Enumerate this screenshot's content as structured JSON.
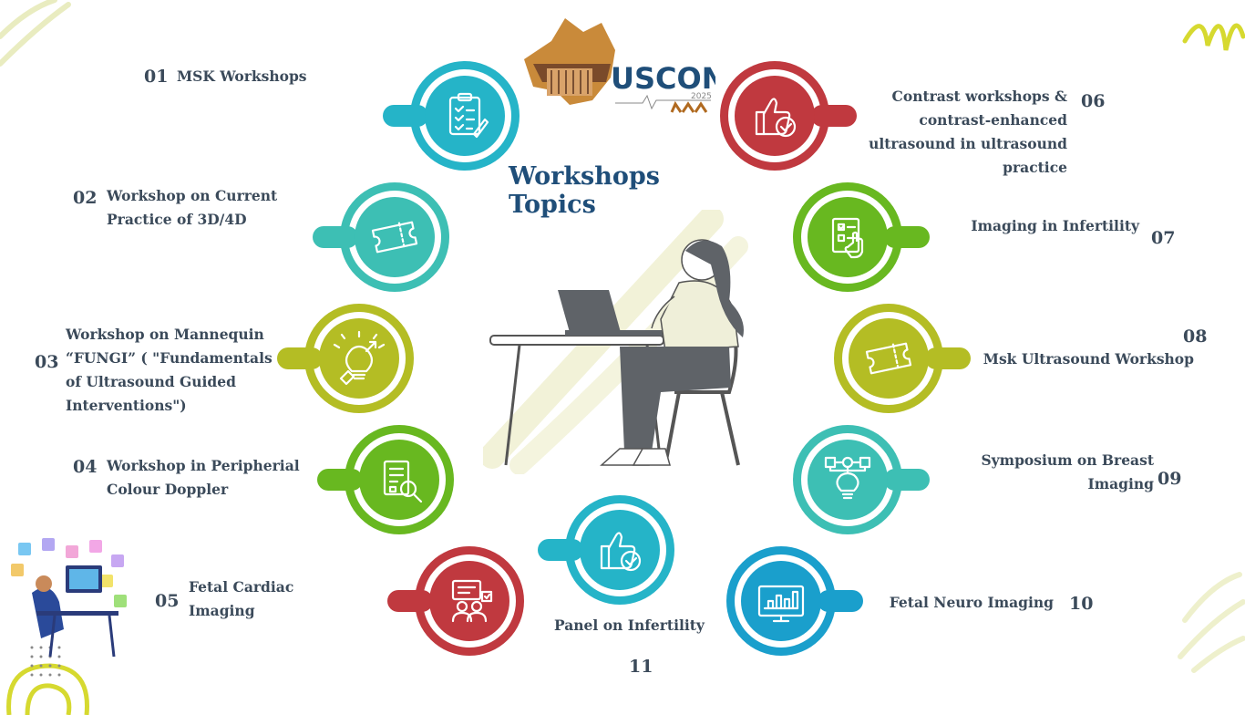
{
  "title": "Workshops Topics",
  "logo": {
    "text": "USCON",
    "year": "2025"
  },
  "colors": {
    "teal": "#25b4c8",
    "aqua": "#3dbfb4",
    "olive": "#b4bd24",
    "green": "#68b820",
    "red": "#c0393f",
    "sky": "#1a9fcc",
    "title": "#1f4e79",
    "text": "#3b4a5a"
  },
  "topics": [
    {
      "num": "01",
      "label": "MSK Workshops",
      "icon": "clipboard-checklist-icon",
      "color": "#25b4c8"
    },
    {
      "num": "02",
      "label": "Workshop on Current Practice of 3D/4D",
      "icon": "ticket-icon",
      "color": "#3dbfb4"
    },
    {
      "num": "03",
      "label": "Workshop on Mannequin “FUNGI” ( \"Fundamentals of Ultrasound Guided Interventions\")",
      "icon": "idea-bulb-icon",
      "color": "#b4bd24"
    },
    {
      "num": "04",
      "label": "Workshop in Peripherial Colour Doppler",
      "icon": "document-search-icon",
      "color": "#68b820"
    },
    {
      "num": "05",
      "label": "Fetal Cardiac Imaging",
      "icon": "presentation-meeting-icon",
      "color": "#c0393f"
    },
    {
      "num": "06",
      "label": "Contrast workshops & contrast-enhanced ultrasound in ultrasound practice",
      "icon": "thumbs-up-check-icon",
      "color": "#c0393f"
    },
    {
      "num": "07",
      "label": "Imaging in Infertility",
      "icon": "checklist-hand-icon",
      "color": "#68b820"
    },
    {
      "num": "08",
      "label": "Msk Ultrasound Workshop",
      "icon": "ticket-icon",
      "color": "#b4bd24"
    },
    {
      "num": "09",
      "label": "Symposium on Breast Imaging",
      "icon": "flowchart-bulb-icon",
      "color": "#3dbfb4"
    },
    {
      "num": "10",
      "label": "Fetal Neuro Imaging",
      "icon": "monitor-chart-icon",
      "color": "#1a9fcc"
    },
    {
      "num": "11",
      "label": "Panel on Infertility",
      "icon": "thumbs-up-check-icon",
      "color": "#25b4c8"
    }
  ]
}
